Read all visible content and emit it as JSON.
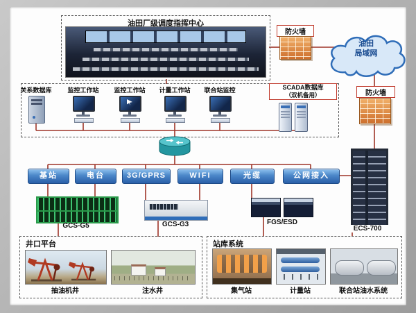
{
  "top": {
    "control_center_label": "油田厂级调度指挥中心",
    "firewall_label": "防火墙",
    "cloud_lines": [
      "油田",
      "局域网"
    ]
  },
  "ops": {
    "stations": [
      {
        "label": "关系数据库"
      },
      {
        "label": "监控工作站"
      },
      {
        "label": "监控工作站"
      },
      {
        "label": "计量工作站"
      },
      {
        "label": "联合站监控"
      }
    ],
    "scada_label": "SCADA数据库",
    "scada_sublabel": "（双机备用）",
    "firewall_label": "防火墙"
  },
  "comm": {
    "links": [
      {
        "label": "基站"
      },
      {
        "label": "电台"
      },
      {
        "label": "3G/GPRS"
      },
      {
        "label": "WIFI"
      },
      {
        "label": "光缆"
      },
      {
        "label": "公网接入"
      }
    ]
  },
  "devices": [
    {
      "label": "GCS-G5"
    },
    {
      "label": "GCS-G3"
    },
    {
      "label": "FGS/ESD"
    },
    {
      "label": "ECS-700"
    }
  ],
  "wellhead": {
    "title": "井口平台",
    "sites": [
      {
        "label": "抽油机井"
      },
      {
        "label": "注水井"
      }
    ]
  },
  "stations": {
    "title": "站库系统",
    "sites": [
      {
        "label": "集气站"
      },
      {
        "label": "计量站"
      },
      {
        "label": "联合站油水系统"
      }
    ]
  },
  "colors": {
    "connection_line": "#9e3528",
    "link_button_blue": "#2a5fa8",
    "firewall_orange": "#e89a4f",
    "rack_green": "#2a9a4a",
    "cloud_outline_blue": "#2f6db8"
  }
}
